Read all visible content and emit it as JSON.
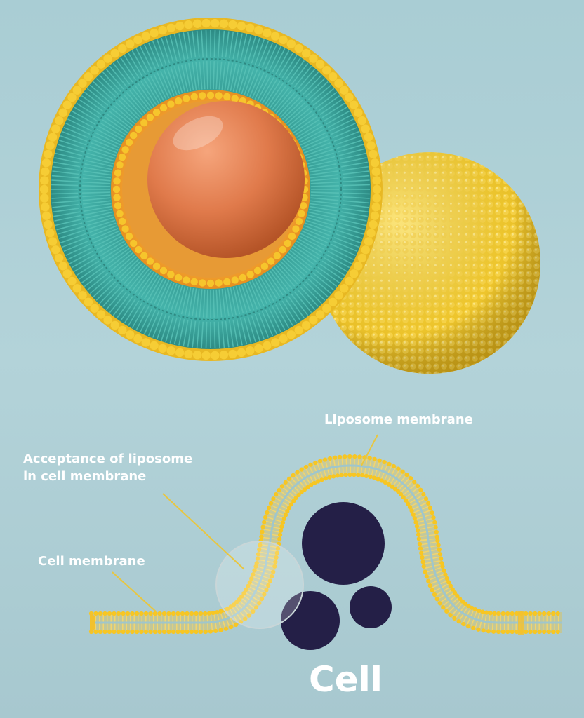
{
  "labels": {
    "liposome_membrane": "Liposome membrane",
    "acceptance_line1": "Acceptance of liposome",
    "acceptance_line2": "in cell membrane",
    "cell_membrane": "Cell membrane",
    "cell": "Cell"
  },
  "colors": {
    "background": "#a9cdd4",
    "lipid_head": "#f2c12e",
    "lipid_tail": "#3aa79f",
    "core": "#e07a4b",
    "organelle": "#241f47",
    "label_text": "#ffffff",
    "leader_line": "#e8c640"
  }
}
